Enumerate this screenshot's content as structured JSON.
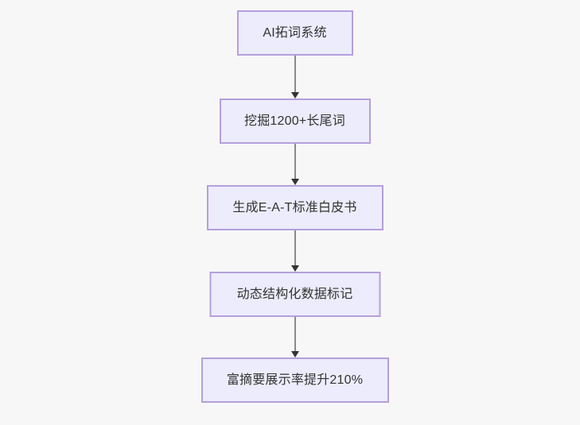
{
  "diagram": {
    "type": "flowchart",
    "direction": "top-to-bottom",
    "background_color": "#f7f7f7",
    "node_fill_color": "#ececfc",
    "node_border_color": "#b49fdc",
    "node_text_color": "#333333",
    "connector_line_color": "#8a8a8a",
    "connector_arrow_color": "#333333",
    "nodes": [
      {
        "id": "node-1",
        "label": "AI拓词系统"
      },
      {
        "id": "node-2",
        "label": "挖掘1200+长尾词"
      },
      {
        "id": "node-3",
        "label": "生成E-A-T标准白皮书"
      },
      {
        "id": "node-4",
        "label": "动态结构化数据标记"
      },
      {
        "id": "node-5",
        "label": "富摘要展示率提升210%"
      }
    ],
    "edges": [
      {
        "id": "edge-1",
        "from": "node-1",
        "to": "node-2",
        "label": ""
      },
      {
        "id": "edge-2",
        "from": "node-2",
        "to": "node-3",
        "label": ""
      },
      {
        "id": "edge-3",
        "from": "node-3",
        "to": "node-4",
        "label": ""
      },
      {
        "id": "edge-4",
        "from": "node-4",
        "to": "node-5",
        "label": ""
      }
    ]
  }
}
